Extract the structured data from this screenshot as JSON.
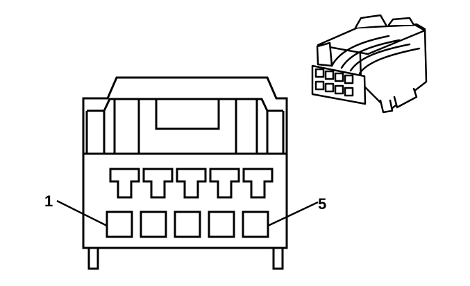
{
  "connector": {
    "terminal_count": 5,
    "pin_labels": {
      "first": "1",
      "last": "5"
    }
  },
  "colors": {
    "stroke": "#000000",
    "background": "#ffffff"
  }
}
